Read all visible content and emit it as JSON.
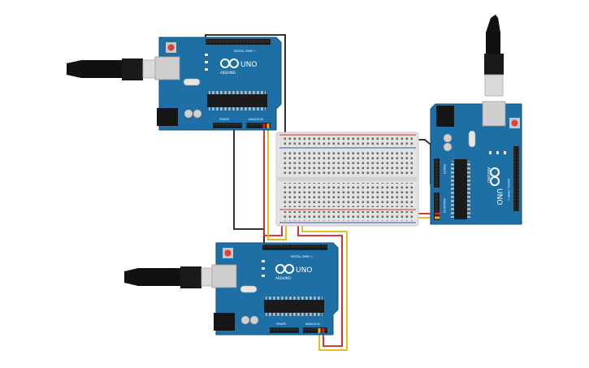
{
  "colors": {
    "board": "#1d6fa5",
    "board_edge": "#0f4f7d",
    "breadboard": "#e8e8e8",
    "rail_red": "#d62c2c",
    "rail_blue": "#2d56b3",
    "wire_black": "#1a1a1a",
    "wire_red": "#d11f1f",
    "wire_yellow": "#e5b800",
    "usb_body": "#d9d9d9",
    "usb_cable": "#111111"
  },
  "boards": [
    {
      "id": "top",
      "brand": "ARDUINO",
      "model": "UNO",
      "digital_label": "DIGITAL (PWM~)",
      "power_label": "POWER",
      "analog_label": "ANALOG IN",
      "icon": "arduino-infinity-logo-icon"
    },
    {
      "id": "right",
      "brand": "ARDUINO",
      "model": "UNO",
      "digital_label": "DIGITAL (PWM~)",
      "power_label": "POWER",
      "analog_label": "ANALOG IN",
      "icon": "arduino-infinity-logo-icon"
    },
    {
      "id": "bottom",
      "brand": "ARDUINO",
      "model": "UNO",
      "digital_label": "DIGITAL (PWM~)",
      "power_label": "POWER",
      "analog_label": "ANALOG IN",
      "icon": "arduino-infinity-logo-icon"
    }
  ],
  "breadboard": {
    "icon": "half-breadboard-icon"
  },
  "cables": [
    "usb-cable-icon",
    "usb-cable-icon",
    "usb-cable-icon"
  ]
}
